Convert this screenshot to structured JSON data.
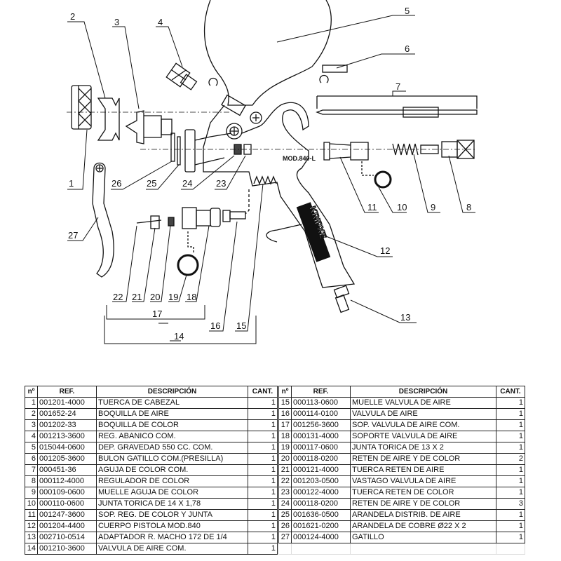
{
  "diagram": {
    "title": "Despiece pistola aerográfica",
    "model_label": "MOD.840-L",
    "brand_label": "KRIPXE",
    "callouts": [
      "1",
      "2",
      "3",
      "4",
      "5",
      "6",
      "7",
      "8",
      "9",
      "10",
      "11",
      "12",
      "13",
      "14",
      "15",
      "16",
      "17",
      "18",
      "19",
      "20",
      "21",
      "22",
      "23",
      "24",
      "25",
      "26",
      "27"
    ]
  },
  "table": {
    "headers": {
      "n": "nº",
      "ref": "REF.",
      "desc": "DESCRIPCIÓN",
      "qty": "CANT."
    },
    "left_rows": [
      {
        "n": "1",
        "ref": "001201-4000",
        "desc": "TUERCA DE CABEZAL",
        "qty": "1"
      },
      {
        "n": "2",
        "ref": "001652-24",
        "desc": "BOQUILLA DE AIRE",
        "qty": "1"
      },
      {
        "n": "3",
        "ref": "001202-33",
        "desc": "BOQUILLA DE COLOR",
        "qty": "1"
      },
      {
        "n": "4",
        "ref": "001213-3600",
        "desc": "REG. ABANICO COM.",
        "qty": "1"
      },
      {
        "n": "5",
        "ref": "015044-0600",
        "desc": "DEP. GRAVEDAD 550 CC. COM.",
        "qty": "1"
      },
      {
        "n": "6",
        "ref": "001205-3600",
        "desc": "BULON GATILLO COM.(PRESILLA)",
        "qty": "1"
      },
      {
        "n": "7",
        "ref": "000451-36",
        "desc": "AGUJA DE COLOR COM.",
        "qty": "1"
      },
      {
        "n": "8",
        "ref": "000112-4000",
        "desc": "REGULADOR DE COLOR",
        "qty": "1"
      },
      {
        "n": "9",
        "ref": "000109-0600",
        "desc": "MUELLE AGUJA DE COLOR",
        "qty": "1"
      },
      {
        "n": "10",
        "ref": "000110-0600",
        "desc": "JUNTA TORICA DE 14 X 1,78",
        "qty": "1"
      },
      {
        "n": "11",
        "ref": "001247-3600",
        "desc": "SOP. REG. DE COLOR Y JUNTA",
        "qty": "1"
      },
      {
        "n": "12",
        "ref": "001204-4400",
        "desc": "CUERPO PISTOLA MOD.840",
        "qty": "1"
      },
      {
        "n": "13",
        "ref": "002710-0514",
        "desc": "ADAPTADOR  R. MACHO 172 DE 1/4",
        "qty": "1"
      },
      {
        "n": "14",
        "ref": "001210-3600",
        "desc": "VALVULA DE AIRE COM.",
        "qty": "1"
      }
    ],
    "right_rows": [
      {
        "n": "15",
        "ref": "000113-0600",
        "desc": "MUELLE VALVULA DE AIRE",
        "qty": "1"
      },
      {
        "n": "16",
        "ref": "000114-0100",
        "desc": "VALVULA DE AIRE",
        "qty": "1"
      },
      {
        "n": "17",
        "ref": "001256-3600",
        "desc": "SOP. VALVULA DE AIRE COM.",
        "qty": "1"
      },
      {
        "n": "18",
        "ref": "000131-4000",
        "desc": "SOPORTE VALVULA DE AIRE",
        "qty": "1"
      },
      {
        "n": "19",
        "ref": "000117-0600",
        "desc": "JUNTA TORICA DE 13 X 2",
        "qty": "1"
      },
      {
        "n": "20",
        "ref": "000118-0200",
        "desc": "RETEN DE AIRE Y DE COLOR",
        "qty": "2"
      },
      {
        "n": "21",
        "ref": "000121-4000",
        "desc": "TUERCA RETEN DE AIRE",
        "qty": "1"
      },
      {
        "n": "22",
        "ref": "001203-0500",
        "desc": "VASTAGO VALVULA DE AIRE",
        "qty": "1"
      },
      {
        "n": "23",
        "ref": "000122-4000",
        "desc": "TUERCA RETEN DE COLOR",
        "qty": "1"
      },
      {
        "n": "24",
        "ref": "000118-0200",
        "desc": "RETEN DE AIRE Y DE COLOR",
        "qty": "3"
      },
      {
        "n": "25",
        "ref": "001636-0500",
        "desc": "ARANDELA DISTRIB. DE AIRE",
        "qty": "1"
      },
      {
        "n": "26",
        "ref": "001621-0200",
        "desc": "ARANDELA DE COBRE Ø22 X 2",
        "qty": "1"
      },
      {
        "n": "27",
        "ref": "000124-4000",
        "desc": "GATILLO",
        "qty": "1"
      }
    ]
  }
}
